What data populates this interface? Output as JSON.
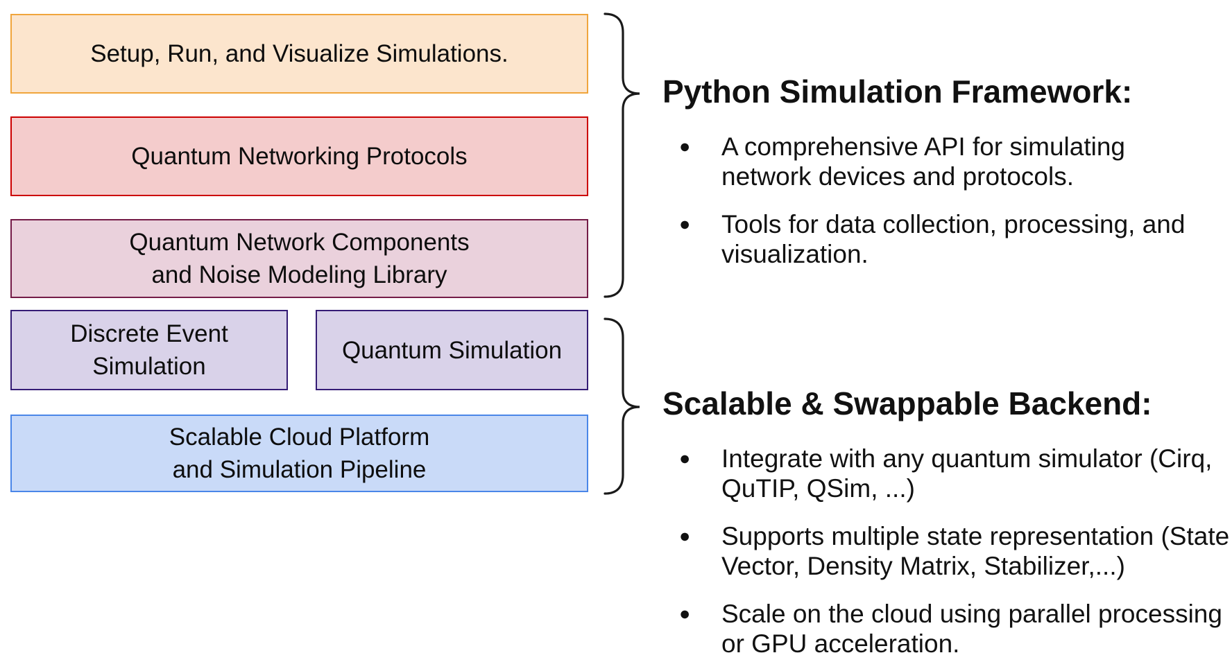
{
  "layers": [
    {
      "label_lines": [
        "Setup, Run, and Visualize Simulations."
      ],
      "fill": "#FCE5CD",
      "border": "#F0A53C"
    },
    {
      "label_lines": [
        "Quantum Networking Protocols"
      ],
      "fill": "#F4CCCC",
      "border": "#CC0000"
    },
    {
      "label_lines": [
        "Quantum Network Components",
        "and Noise Modeling Library"
      ],
      "fill": "#EAD1DC",
      "border": "#741B47"
    },
    {
      "label_lines": [
        "Discrete Event",
        "Simulation"
      ],
      "fill": "#D9D2E9",
      "border": "#351C75"
    },
    {
      "label_lines": [
        "Quantum Simulation"
      ],
      "fill": "#D9D2E9",
      "border": "#351C75"
    },
    {
      "label_lines": [
        "Scalable Cloud Platform",
        "and Simulation Pipeline"
      ],
      "fill": "#C9DAF8",
      "border": "#4A86E8"
    }
  ],
  "sections": [
    {
      "heading": "Python Simulation Framework:",
      "bullets": [
        {
          "lines": [
            "A comprehensive API for simulating",
            "network devices and protocols."
          ]
        },
        {
          "lines": [
            "Tools for data collection, processing, and",
            "visualization."
          ]
        }
      ]
    },
    {
      "heading": "Scalable & Swappable Backend:",
      "bullets": [
        {
          "lines": [
            "Integrate with any quantum simulator (Cirq,",
            "QuTIP, QSim, ...)"
          ]
        },
        {
          "lines": [
            "Supports multiple state representation (State",
            "Vector, Density Matrix, Stabilizer,...)"
          ]
        },
        {
          "lines": [
            "Scale on the cloud using parallel processing",
            "or GPU acceleration."
          ]
        }
      ]
    }
  ],
  "bullet_glyph": "●",
  "brace_color": "#1a1a1a",
  "text_color": "#111111"
}
